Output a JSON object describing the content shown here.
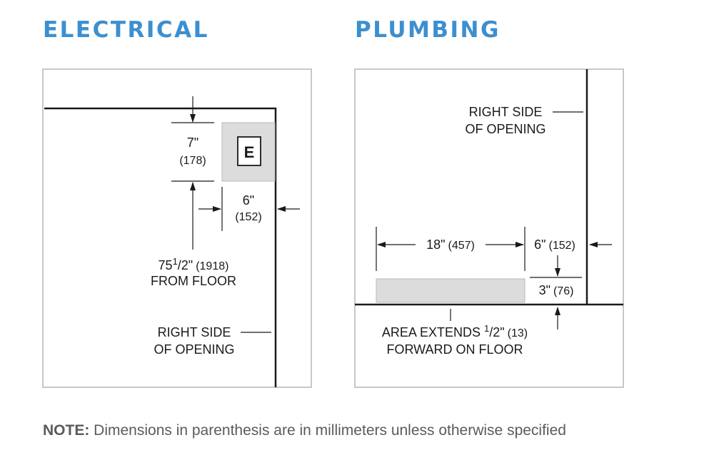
{
  "electrical": {
    "title": "ELECTRICAL",
    "outlet_letter": "E",
    "dim_vertical_in": "7\"",
    "dim_vertical_mm": "(178)",
    "dim_horizontal_in": "6\"",
    "dim_horizontal_mm": "(152)",
    "height_whole": "75",
    "height_numerator": "1",
    "height_denominator": "/2\"",
    "height_mm": "(1918)",
    "height_note": "FROM FLOOR",
    "side_line1": "RIGHT SIDE",
    "side_line2": "OF OPENING"
  },
  "plumbing": {
    "title": "PLUMBING",
    "side_line1": "RIGHT SIDE",
    "side_line2": "OF OPENING",
    "width_in": "18\"",
    "width_mm": "(457)",
    "offset_in": "6\"",
    "offset_mm": "(152)",
    "height_in": "3\"",
    "height_mm": "(76)",
    "extends_prefix": "AREA EXTENDS",
    "extends_numerator": "1",
    "extends_denominator": "/2\"",
    "extends_mm": "(13)",
    "extends_line2": "FORWARD ON FLOOR"
  },
  "note": {
    "label": "NOTE:",
    "text": " Dimensions in parenthesis are in millimeters unless otherwise specified"
  },
  "colors": {
    "heading": "#3c8fd0",
    "panel_border": "#c8c8c8",
    "shaded_area": "#dcdcdc",
    "note_text": "#5b5b5b"
  }
}
